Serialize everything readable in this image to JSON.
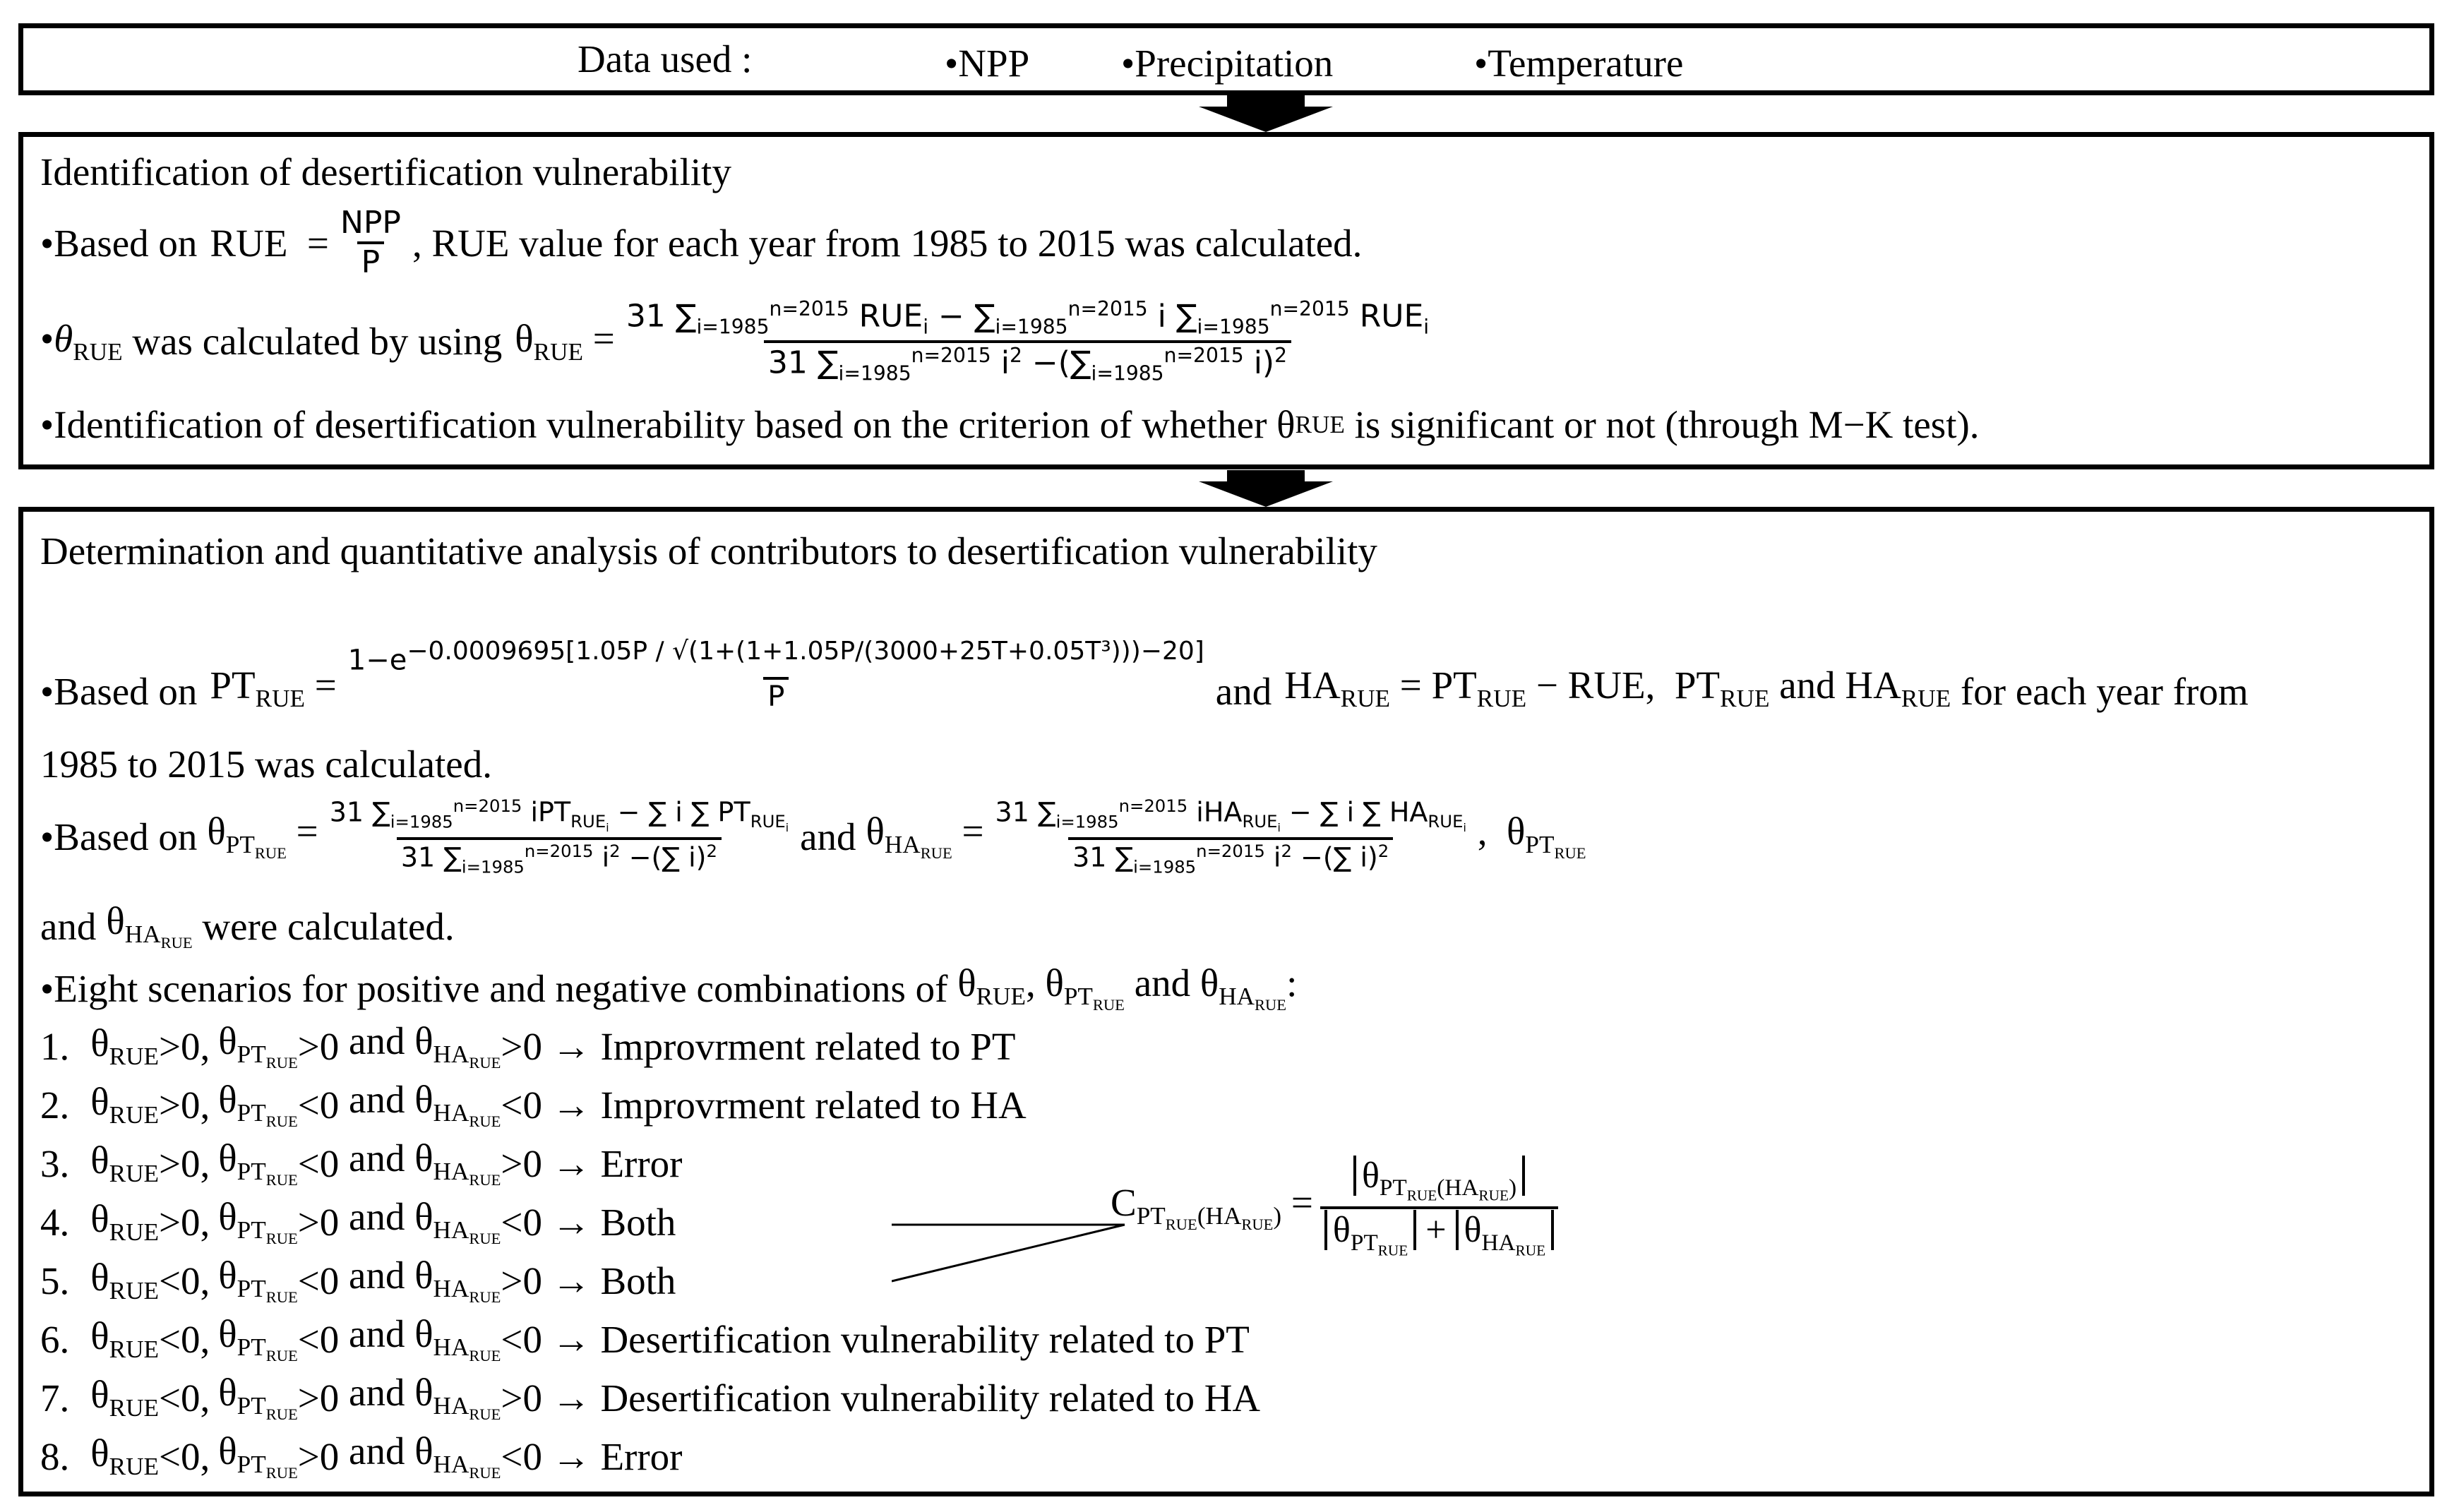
{
  "data_box": {
    "label": "Data used :",
    "items": [
      "•NPP",
      "•Precipitation",
      "•Temperature"
    ]
  },
  "ident": {
    "title": "Identification of desertification vulnerability",
    "line1_prefix": "•Based on",
    "line1_suffix": ", RUE value for each year from 1985 to 2015 was calculated.",
    "line2_prefix": "was calculated by using",
    "line3": "•Identification of desertification vulnerability based on the criterion of whether θ",
    "line3_suffix": "is significant or not (through M−K test)."
  },
  "contrib": {
    "title": "Determination and quantitative analysis of contributors to desertification vulnerability",
    "pt_prefix": "•Based on",
    "pt_mid": "and",
    "pt_suffix": "for each year from",
    "pt_line2": "1985 to 2015 was calculated.",
    "theta_prefix": "•Based on",
    "theta_and": "and",
    "theta_line2_a": "and",
    "theta_line2_b": "were calculated.",
    "scen_intro": "•Eight scenarios for positive and negative combinations of",
    "scenarios": [
      {
        "n": "1.",
        "r": ">0,",
        "p": ">0",
        "h": ">0",
        "out": "Improvrment related to PT"
      },
      {
        "n": "2.",
        "r": ">0,",
        "p": "<0",
        "h": "<0",
        "out": "Improvrment related to HA"
      },
      {
        "n": "3.",
        "r": ">0,",
        "p": "<0",
        "h": ">0",
        "out": "Error"
      },
      {
        "n": "4.",
        "r": ">0,",
        "p": ">0",
        "h": "<0",
        "out": "Both"
      },
      {
        "n": "5.",
        "r": "<0,",
        "p": "<0",
        "h": ">0",
        "out": "Both"
      },
      {
        "n": "6.",
        "r": "<0,",
        "p": "<0",
        "h": "<0",
        "out": "Desertification vulnerability related to PT"
      },
      {
        "n": "7.",
        "r": "<0,",
        "p": ">0",
        "h": ">0",
        "out": "Desertification vulnerability related to HA"
      },
      {
        "n": "8.",
        "r": "<0,",
        "p": ">0",
        "h": "<0",
        "out": "Error"
      }
    ]
  }
}
